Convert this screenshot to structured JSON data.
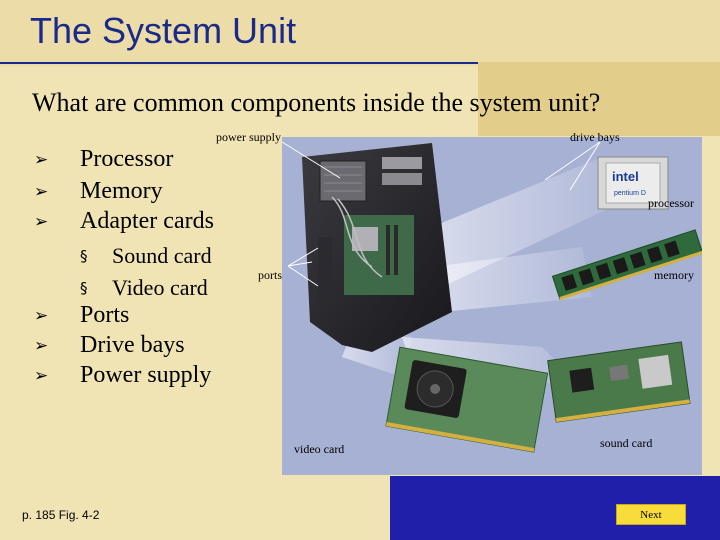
{
  "slide": {
    "title": "The System Unit",
    "question": "What are common components inside the system unit?"
  },
  "bullets": [
    {
      "text": "Processor"
    },
    {
      "text": "Memory"
    },
    {
      "text": "Adapter cards"
    },
    {
      "text": "Ports"
    },
    {
      "text": "Drive bays"
    },
    {
      "text": "Power supply"
    }
  ],
  "sub_bullets": [
    {
      "text": "Sound card"
    },
    {
      "text": "Video card"
    }
  ],
  "callouts": {
    "power_supply": "power supply",
    "drive_bays": "drive bays",
    "processor": "processor",
    "ports": "ports",
    "memory": "memory",
    "video_card": "video card",
    "sound_card": "sound card"
  },
  "processor_chip": {
    "brand": "intel",
    "model": "pentium D"
  },
  "footer": {
    "figure_ref": "p. 185 Fig. 4-2",
    "next_label": "Next"
  },
  "icons": {
    "bullet": "arrow-bullet-icon",
    "sub_bullet": "square-bullet-icon"
  },
  "colors": {
    "background": "#f0e4b4",
    "title": "#1a2a8a",
    "photo_bg": "#a7b1d4",
    "bottom_bar": "#1f1faa",
    "next_button": "#f8dc3a"
  }
}
